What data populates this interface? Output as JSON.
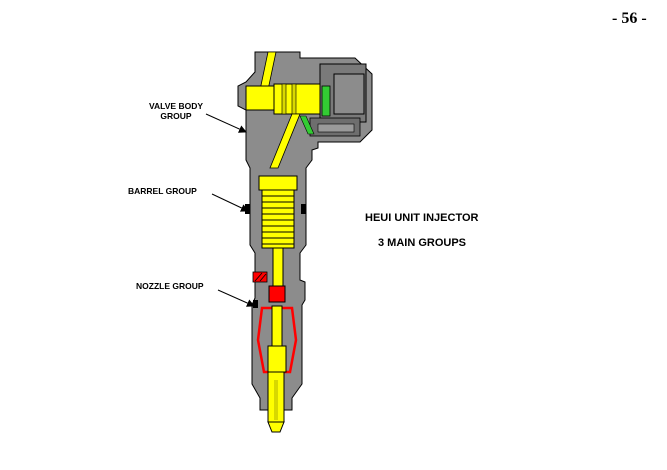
{
  "page": {
    "number": "- 56 -"
  },
  "labels": {
    "valve_body_line1": "VALVE BODY",
    "valve_body_line2": "GROUP",
    "barrel": "BARREL GROUP",
    "nozzle": "NOZZLE GROUP"
  },
  "title": {
    "line1": "HEUI UNIT INJECTOR",
    "line2": "3 MAIN GROUPS"
  },
  "colors": {
    "body": "#8c8c8c",
    "dark": "#5a5a5a",
    "fuel": "#ffff00",
    "seal": "#ff0000",
    "green": "#33cc33"
  }
}
